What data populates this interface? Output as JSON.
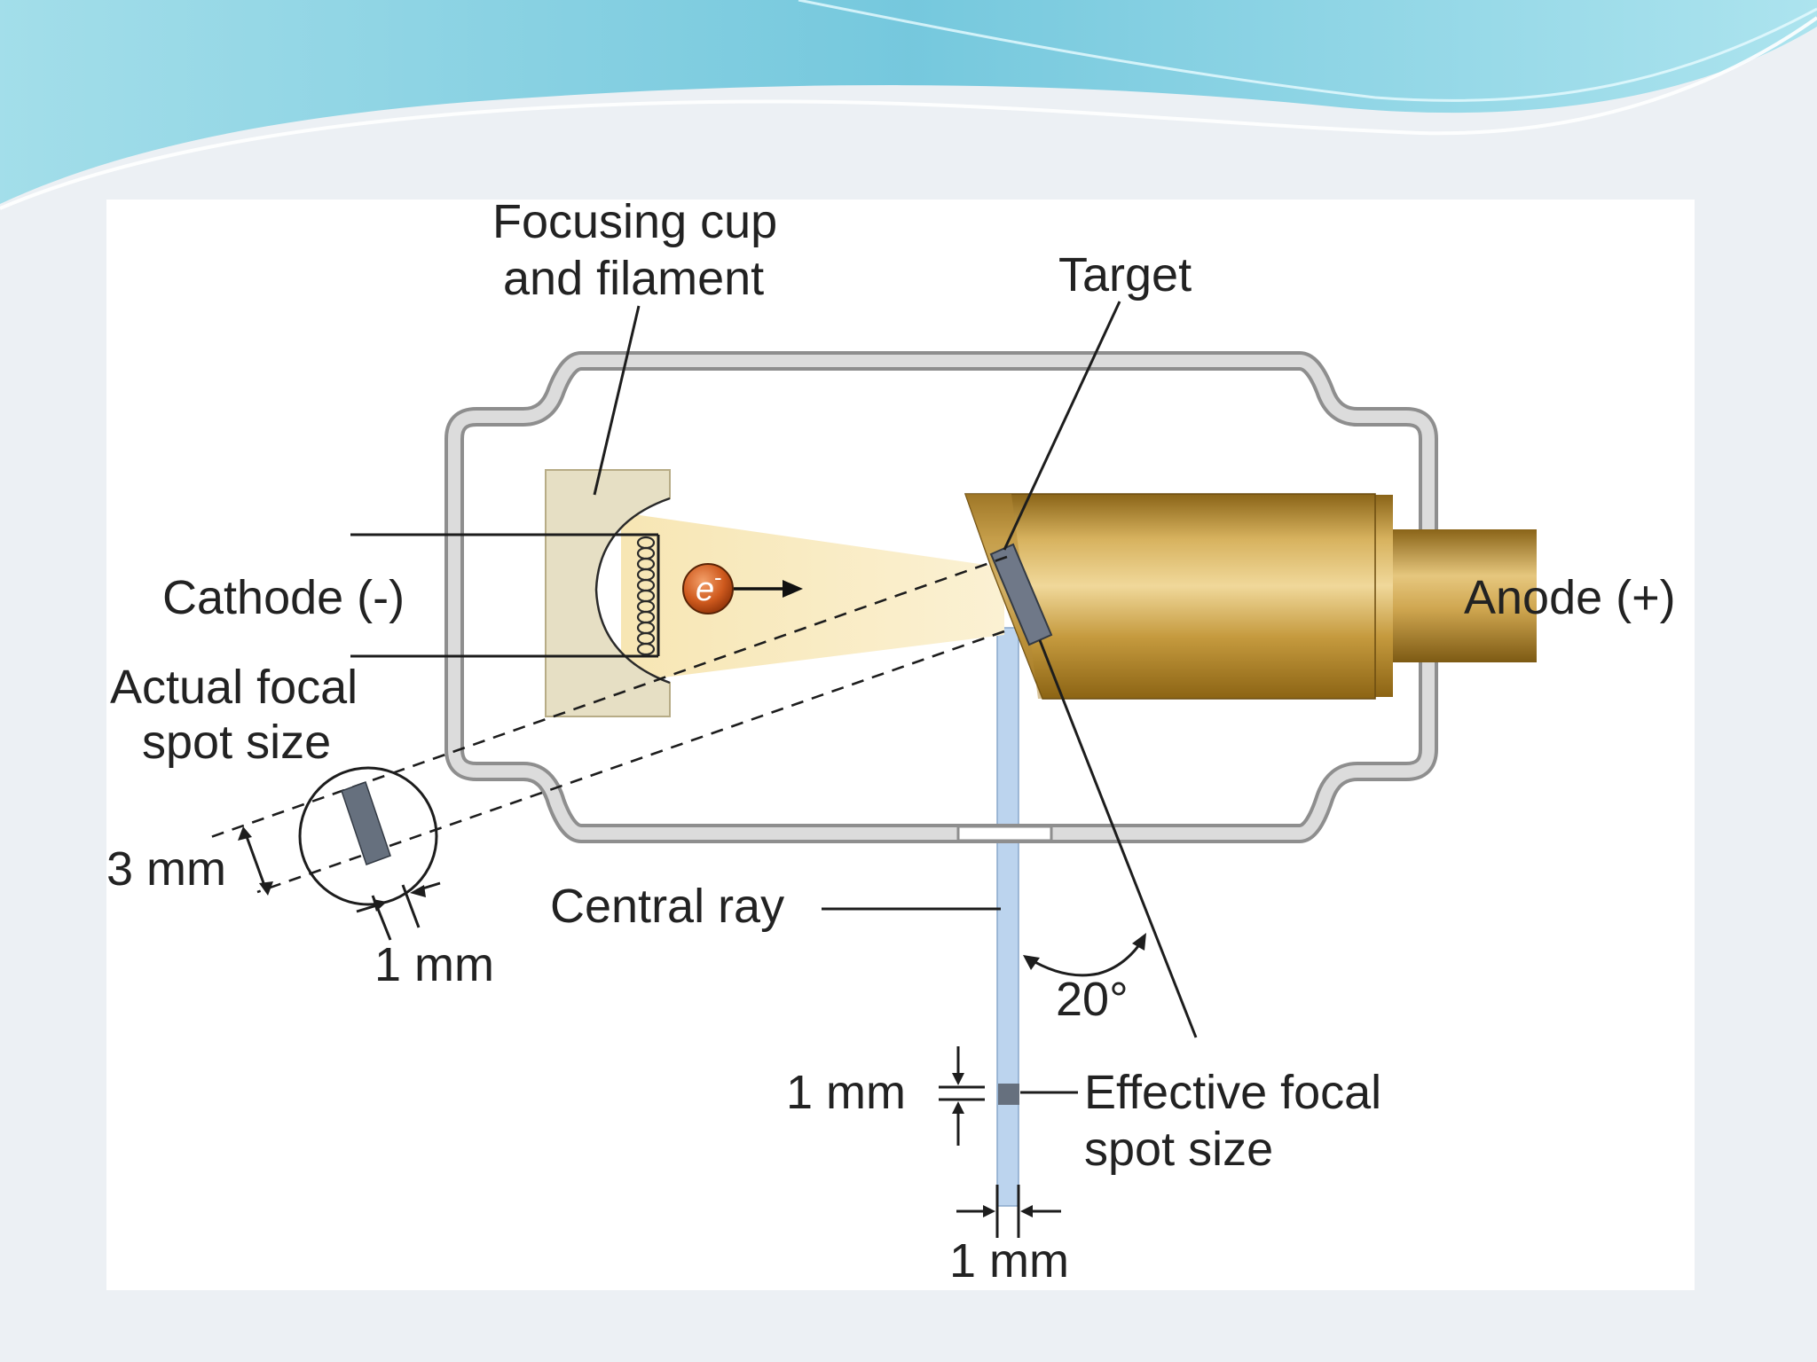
{
  "labels": {
    "focusing_cup_line1": "Focusing cup",
    "focusing_cup_line2": "and filament",
    "target": "Target",
    "cathode": "Cathode (-)",
    "anode": "Anode (+)",
    "actual_focal_line1": "Actual focal",
    "actual_focal_line2": "spot size",
    "electron": "e",
    "electron_sup": "-",
    "dim_3mm": "3 mm",
    "dim_1mm_actual": "1 mm",
    "central_ray": "Central ray",
    "angle": "20°",
    "dim_1mm_effective_height": "1 mm",
    "effective_focal_line1": "Effective focal",
    "effective_focal_line2": "spot size",
    "dim_1mm_effective_width": "1 mm"
  },
  "colors": {
    "background": "#ecf0f4",
    "panel": "#ffffff",
    "header_wave": "#7fd0e0",
    "tube_outline": "#b9b9b9",
    "electron_beam": "#f6e4b0",
    "focusing_cup": "#e4dcc0",
    "anode_gold": "#c9a14a",
    "target_gray": "#707a88",
    "central_ray": "#bcd4ee",
    "electron_ball": "#c8541c"
  }
}
